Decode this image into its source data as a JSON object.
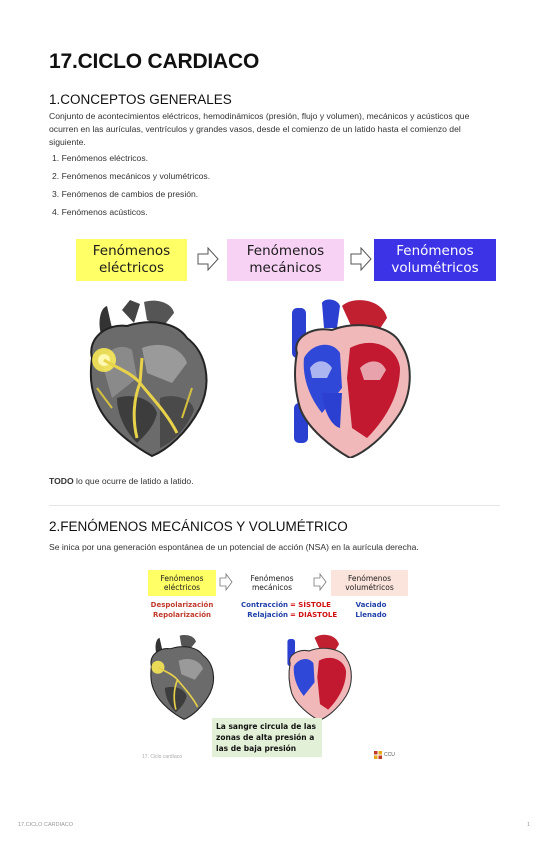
{
  "title": "17.CICLO CARDIACO",
  "section1": {
    "heading": "1.CONCEPTOS GENERALES",
    "paragraph": "Conjunto de acontecimientos eléctricos, hemodinámicos (presión, flujo y volumen), mecánicos y acústicos que ocurren en las aurículas, ventrículos y grandes vasos, desde el comienzo de un latido hasta el comienzo del siguiente.",
    "list": [
      "Fenómenos eléctricos.",
      "Fenómenos mecánicos y volumétricos.",
      "Fenómenos de cambios de presión.",
      "Fenómenos acústicos."
    ]
  },
  "diagram1": {
    "boxes": [
      {
        "line1": "Fenómenos",
        "line2": "eléctricos",
        "bg": "#ffff66",
        "color": "#1a1a1a"
      },
      {
        "line1": "Fenómenos",
        "line2": "mecánicos",
        "bg": "#f8d2f5",
        "color": "#1a1a1a"
      },
      {
        "line1": "Fenómenos",
        "line2": "volumétricos",
        "bg": "#3c32e6",
        "color": "#ffffff"
      }
    ]
  },
  "note": {
    "bold": "TODO",
    "rest": " lo que ocurre de latido a latido."
  },
  "section2": {
    "heading": "2.FENÓMENOS MECÁNICOS Y VOLUMÉTRICO",
    "paragraph": "Se inica por una generación espontánea de un potencial de acción (NSA) en la aurícula derecha."
  },
  "slide": {
    "boxes": [
      {
        "line1": "Fenómenos",
        "line2": "eléctricos",
        "bg": "#ffff66"
      },
      {
        "line1": "Fenómenos",
        "line2": "mecánicos",
        "bg": "#ffffff"
      },
      {
        "line1": "Fenómenos",
        "line2": "volumétricos",
        "bg": "#fbe4dc"
      }
    ],
    "electric": [
      "Despolarización",
      "Repolarización"
    ],
    "mech_left": [
      "Contracción",
      "Relajación"
    ],
    "mech_right": [
      "= SÍSTOLE",
      "= DIÁSTOLE"
    ],
    "volumetric": [
      "Vaciado",
      "Llenado"
    ],
    "callout": [
      "La sangre circula de las",
      "zonas de alta presión a",
      "las de baja presión"
    ],
    "caption": "17. Ciclo cardíaco",
    "logo_text": "CCU",
    "colors": {
      "electric": "#c0392b",
      "mech": "#1f3fa8",
      "sistole": "#d01010",
      "volumetric": "#1f3fa8",
      "callout_bg": "#e3f0d8"
    }
  },
  "footer": {
    "left": "17.CICLO CARDIACO",
    "page": "1"
  }
}
